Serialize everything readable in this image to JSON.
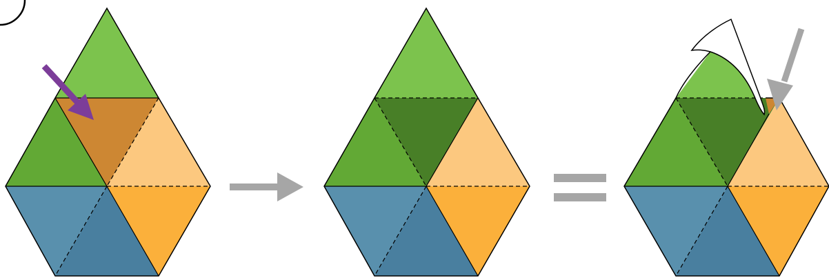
{
  "diagram": {
    "description_steps": 3,
    "operators": [
      "arrow",
      "equals"
    ],
    "colors": {
      "green_light": "#7cc34d",
      "green_mid": "#62a935",
      "green_dark": "#487f27",
      "orange_dark": "#cd8733",
      "orange_light": "#fcc87f",
      "orange_mid": "#fbb03b",
      "blue_light": "#5990ad",
      "blue_dark": "#497f9f",
      "purple": "#7c3d99",
      "gray": "#a6a6a6",
      "outline": "#000000",
      "fold_flap": "#ffffff"
    }
  }
}
